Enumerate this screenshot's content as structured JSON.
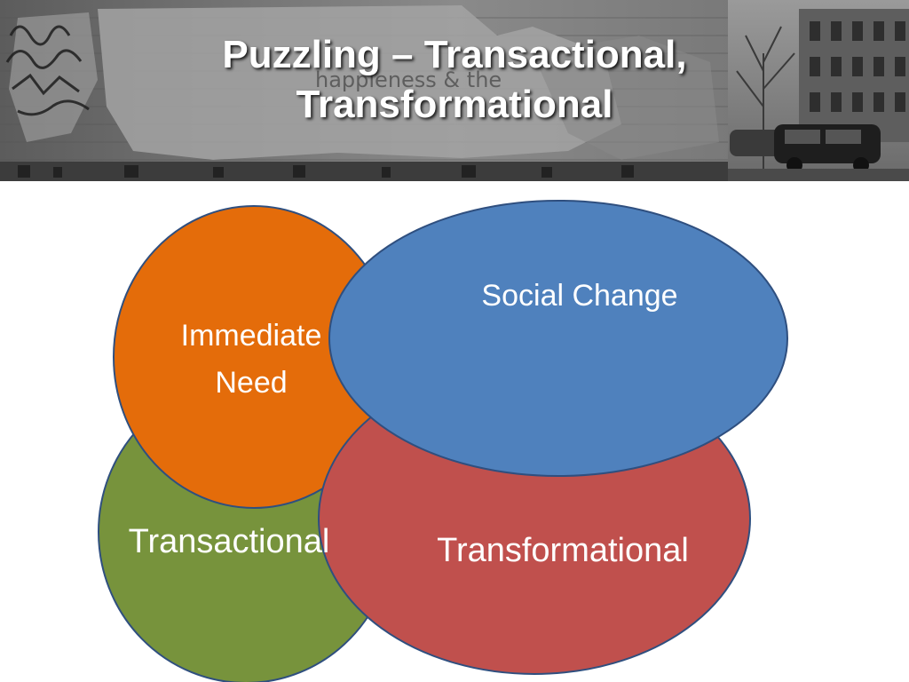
{
  "slide": {
    "title_lines": [
      "Puzzling – Transactional,",
      "Transformational"
    ],
    "header_graffiti_text": "happleness & the"
  },
  "diagram": {
    "nodes": [
      {
        "id": "transactional",
        "label": "Transactional",
        "color": "#77933c"
      },
      {
        "id": "transformational",
        "label": "Transformational",
        "color": "#c0504d"
      },
      {
        "id": "immediate-need",
        "label_lines": [
          "Immediate",
          "Need"
        ],
        "color": "#e46c0a"
      },
      {
        "id": "social-change",
        "label": "Social Change",
        "color": "#4f81bd"
      }
    ],
    "stroke_color": "#2f4f7f",
    "text_color": "#ffffff"
  }
}
